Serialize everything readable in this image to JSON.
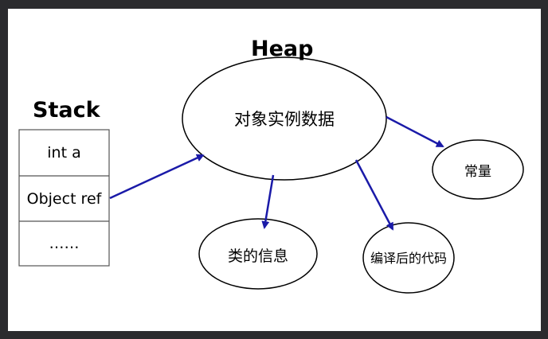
{
  "stack": {
    "title": "Stack",
    "cells": [
      "int a",
      "Object ref",
      "……"
    ]
  },
  "heap": {
    "title": "Heap",
    "center": "对象实例数据",
    "targets": {
      "class_info": "类的信息",
      "compiled_code": "编译后的代码",
      "constants": "常量"
    }
  },
  "colors": {
    "arrow": "#1a1aa8",
    "background": "#2b2b2e",
    "canvas": "#ffffff"
  }
}
